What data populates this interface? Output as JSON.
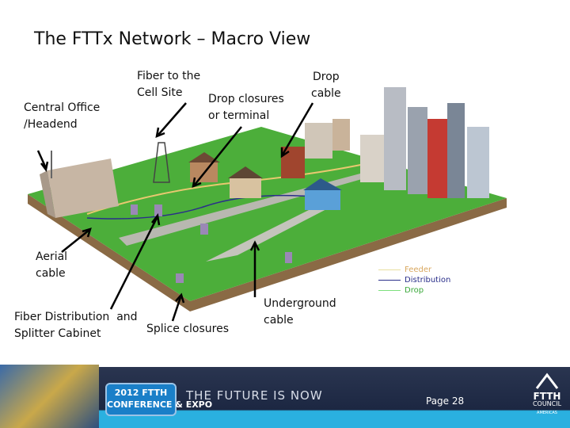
{
  "title": "The FTTx Network – Macro View",
  "labels": {
    "central_office": "Central Office\n/Headend",
    "cell_site": "Fiber to the\nCell Site",
    "drop_closures": "Drop closures\nor terminal",
    "drop_cable": "Drop\ncable",
    "aerial_cable": "Aerial\ncable",
    "fiber_distribution": "Fiber Distribution  and\nSplitter Cabinet",
    "splice_closures": "Splice closures",
    "underground_cable": "Underground\ncable"
  },
  "legend": [
    {
      "label": "Feeder",
      "color": "#e8c870",
      "text_color": "#d9a860"
    },
    {
      "label": "Distribution",
      "color": "#2a2f8a",
      "text_color": "#2a2f8a"
    },
    {
      "label": "Drop",
      "color": "#7de07d",
      "text_color": "#3aa83a"
    }
  ],
  "footer": {
    "badge": "2012 FTTH\nCONFERENCE & EXPO",
    "slogan": "THE FUTURE IS NOW",
    "page": "Page 28",
    "logo_title": "FTTH",
    "logo_sub": "COUNCIL",
    "logo_region": "AMERICAS"
  }
}
